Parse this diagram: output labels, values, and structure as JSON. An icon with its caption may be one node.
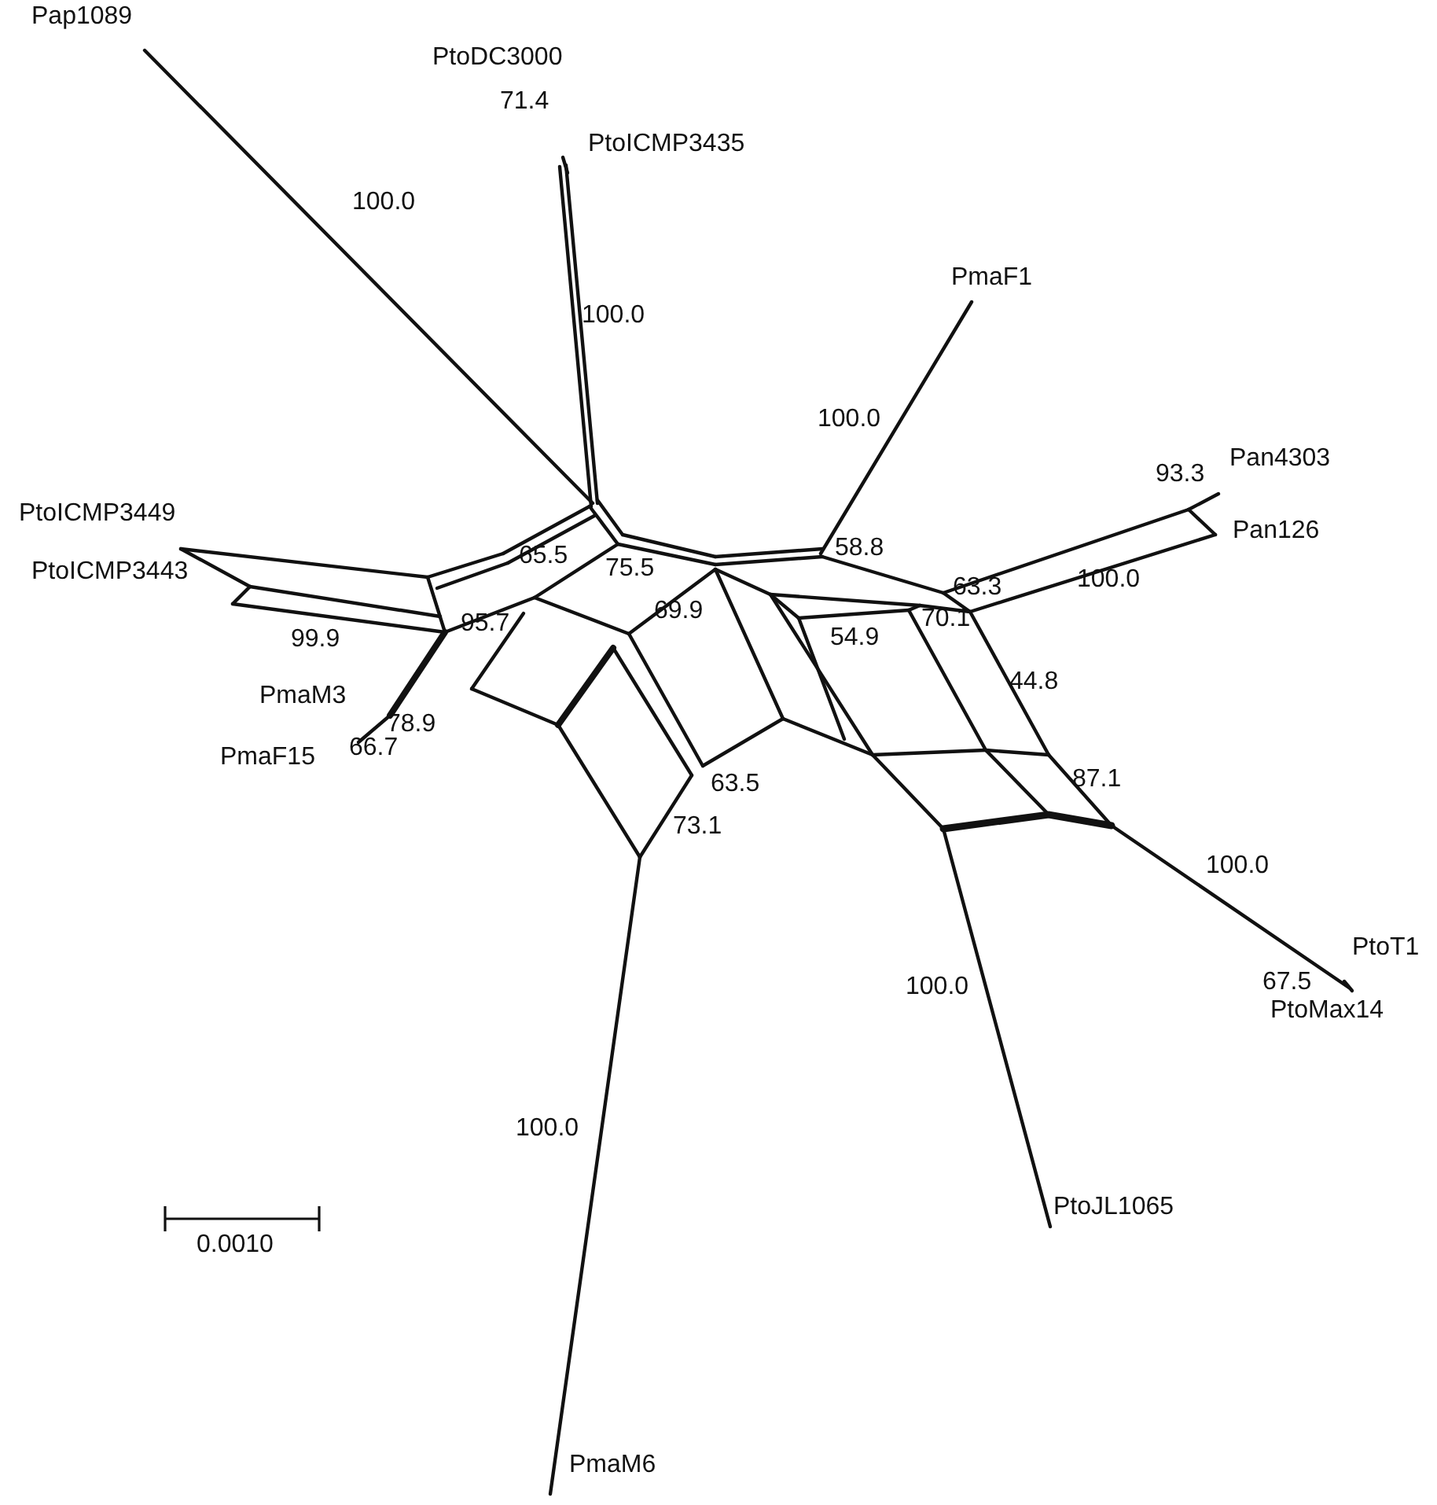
{
  "diagram": {
    "labels": [
      "Pap1089",
      "PtoDC3000",
      "71.4",
      "PtoICMP3435",
      "100.0",
      "100.0",
      "PmaF1",
      "100.0",
      "Pan4303",
      "93.3",
      "Pan126",
      "PtoICMP3449",
      "65.5",
      "75.5",
      "58.8",
      "63.3",
      "100.0",
      "PtoICMP3443",
      "99.9",
      "95.7",
      "69.9",
      "54.9",
      "70.1",
      "44.8",
      "PmaM3",
      "78.9",
      "87.1",
      "PmaF15",
      "66.7",
      "63.5",
      "73.1",
      "100.0",
      "PtoT1",
      "67.5",
      "PtoMax14",
      "100.0",
      "100.0",
      "PtoJL1065",
      "0.0010",
      "PmaM6"
    ]
  }
}
